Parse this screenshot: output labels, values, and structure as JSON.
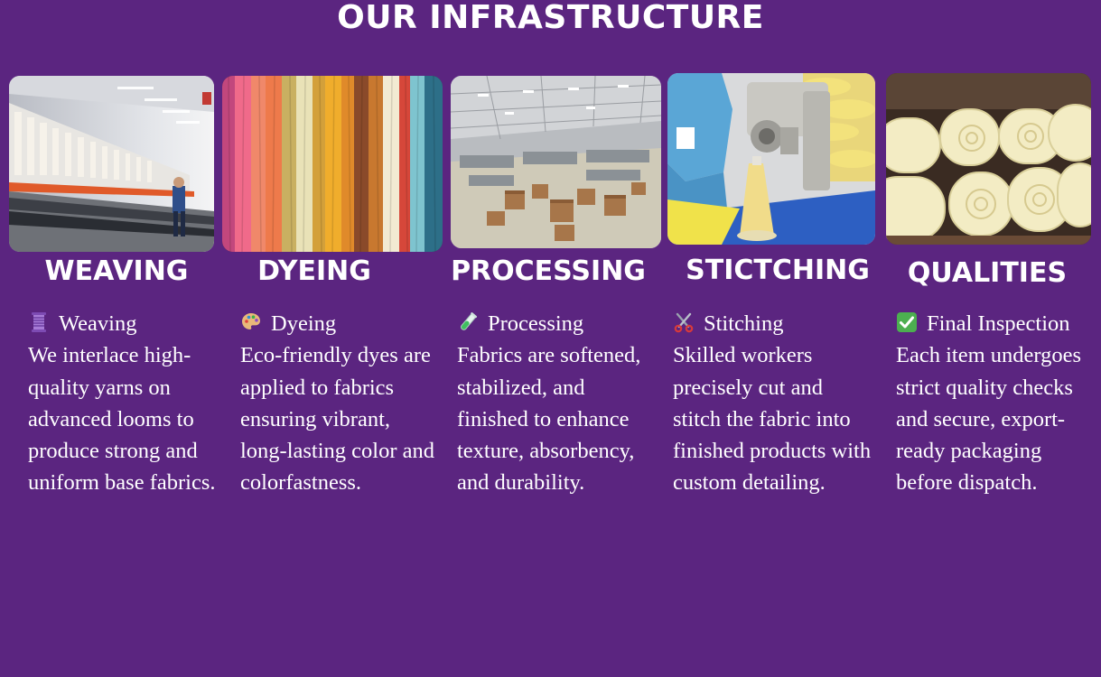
{
  "page": {
    "title": "OUR INFRASTRUCTURE",
    "background": "#5b2580"
  },
  "sections": [
    {
      "heading": "WEAVING",
      "icon": "thread-spool-icon",
      "step_title": "Weaving",
      "description": "We interlace high-quality yarns on advanced looms to produce strong and uniform base fabrics."
    },
    {
      "heading": "DYEING",
      "icon": "palette-icon",
      "step_title": "Dyeing",
      "description": "Eco-friendly dyes are applied to fabrics ensuring vibrant, long-lasting color and colorfastness."
    },
    {
      "heading": "PROCESSING",
      "icon": "test-tube-icon",
      "step_title": "Processing",
      "description": "Fabrics are softened, stabilized, and finished to enhance texture, absorbency, and durability."
    },
    {
      "heading": "STICTCHING",
      "icon": "scissors-icon",
      "step_title": "Stitching",
      "description": "Skilled workers precisely cut and stitch the fabric into finished products with custom detailing."
    },
    {
      "heading": "QUALITIES",
      "icon": "check-mark-icon",
      "step_title": "Final Inspection",
      "description": "Each item undergoes strict quality checks and secure, export-ready packaging before dispatch."
    }
  ]
}
